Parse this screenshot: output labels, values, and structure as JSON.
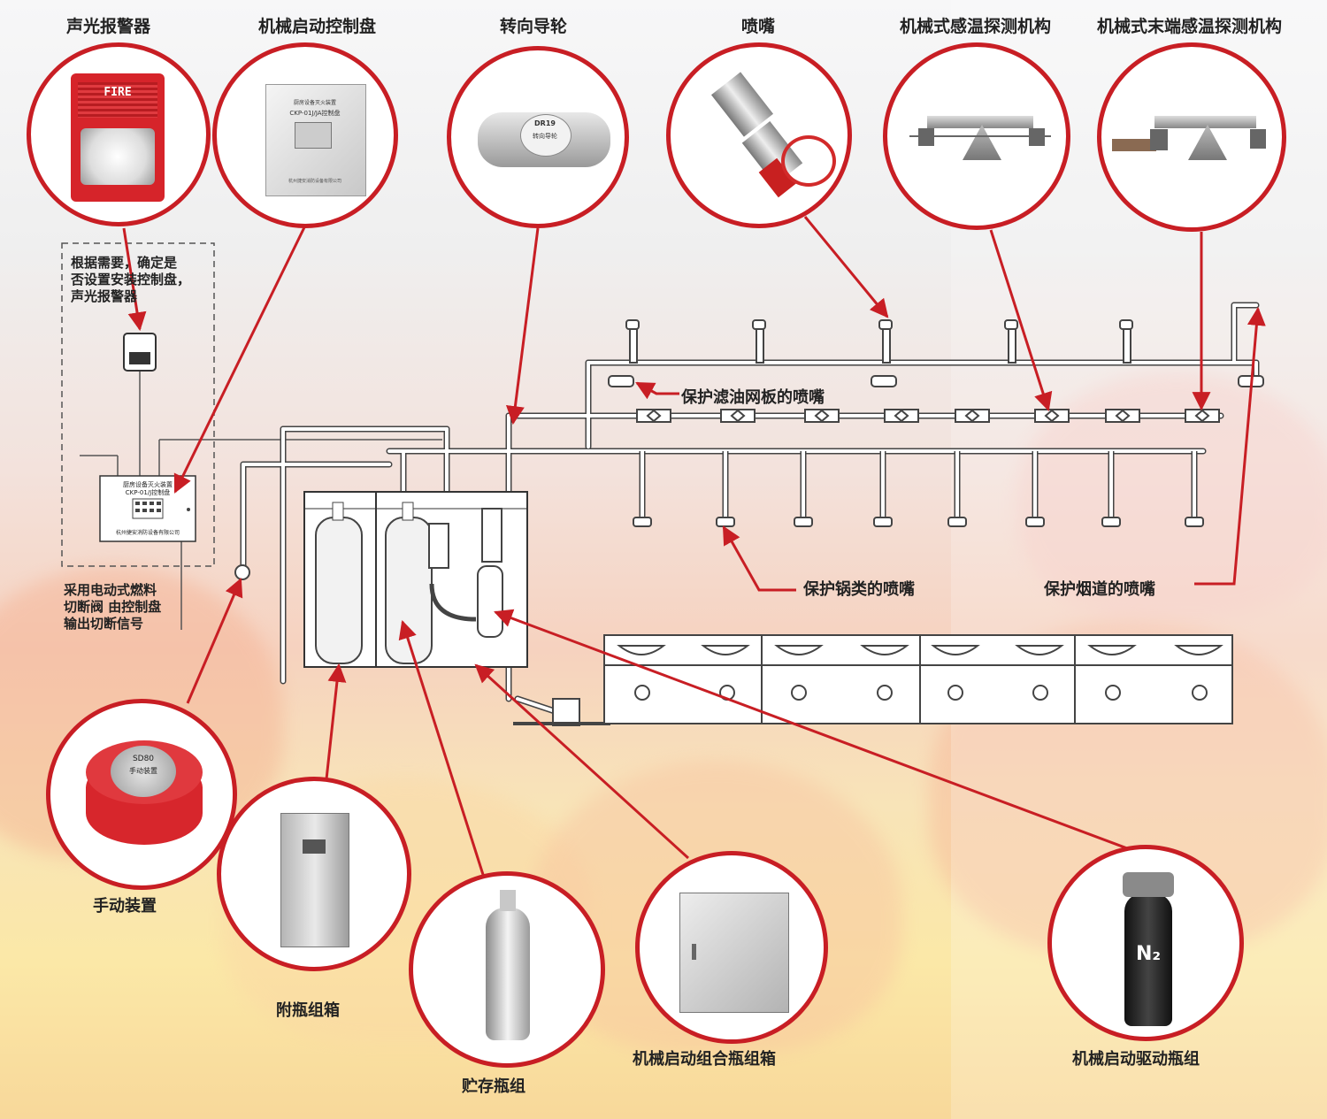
{
  "components": {
    "alarm": "声光报警器",
    "control_panel": "机械启动控制盘",
    "guide_wheel": "转向导轮",
    "nozzle": "喷嘴",
    "heat_detector": "机械式感温探测机构",
    "end_heat_detector": "机械式末端感温探测机构",
    "manual_device": "手动装置",
    "aux_cabinet": "附瓶组箱",
    "storage_cylinder": "贮存瓶组",
    "combo_cabinet": "机械启动组合瓶组箱",
    "drive_cylinder": "机械启动驱动瓶组"
  },
  "notes": {
    "optional_panel": "根据需要，确定是\n否设置安装控制盘，\n声光报警器",
    "fuel_valve": "采用电动式燃料\n切断阀 由控制盘\n输出切断信号"
  },
  "callouts": {
    "filter_nozzle": "保护滤油网板的喷嘴",
    "pan_nozzle": "保护锅类的喷嘴",
    "flue_nozzle": "保护烟道的喷嘴"
  },
  "product_text": {
    "fire_sign": "FIRE",
    "panel_line1": "厨房设备灭火装置",
    "panel_line2": "CKP-01/J控制盘",
    "panel_maker": "杭州捷安消防设备有限公司",
    "cabinet_title": "厨房设备灭火装置",
    "cabinet_model": "CKP-01J/JA控制盘",
    "cabinet_maker": "杭州捷安消防设备有限公司",
    "wheel_model": "DR19",
    "wheel_name": "转向导轮",
    "manual_model": "SD80",
    "manual_name": "手动装置",
    "gas": "N₂"
  },
  "colors": {
    "accent": "#c81e24"
  }
}
